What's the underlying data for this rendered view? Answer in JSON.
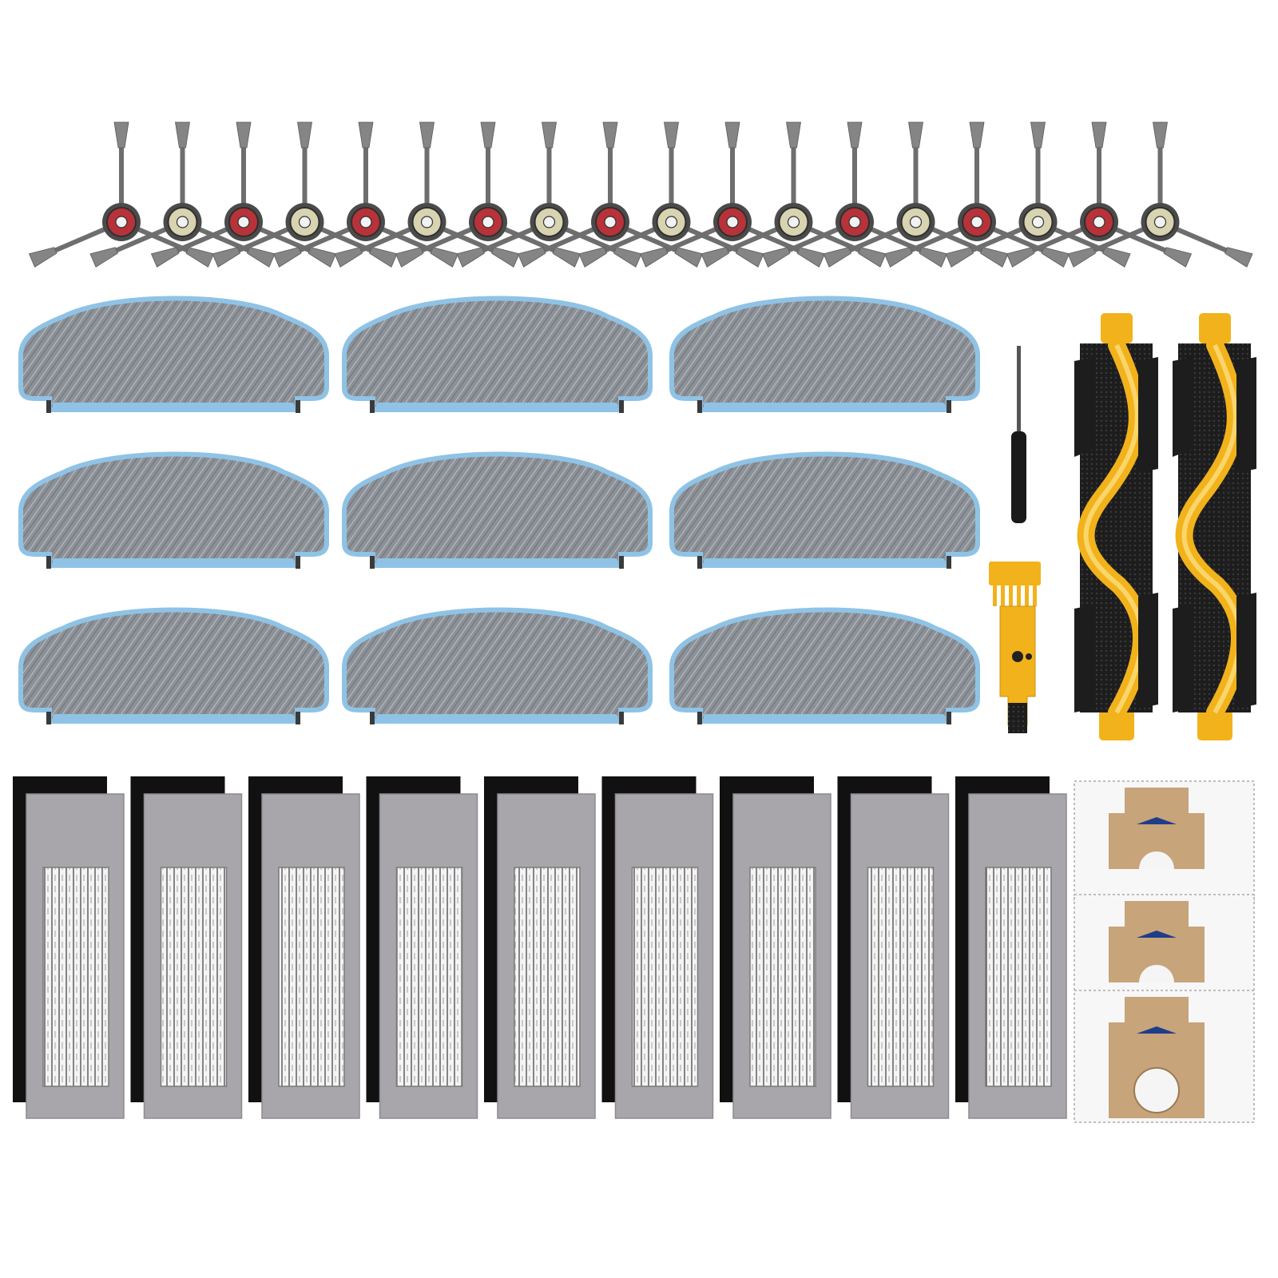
{
  "image": {
    "side_brushes": [
      {
        "hub": "red"
      },
      {
        "hub": "cream"
      },
      {
        "hub": "red"
      },
      {
        "hub": "cream"
      },
      {
        "hub": "red"
      },
      {
        "hub": "cream"
      },
      {
        "hub": "red"
      },
      {
        "hub": "cream"
      },
      {
        "hub": "red"
      },
      {
        "hub": "cream"
      },
      {
        "hub": "red"
      },
      {
        "hub": "cream"
      },
      {
        "hub": "red"
      },
      {
        "hub": "cream"
      },
      {
        "hub": "red"
      },
      {
        "hub": "cream"
      },
      {
        "hub": "red"
      },
      {
        "hub": "cream"
      }
    ],
    "mop_pads": [
      {},
      {},
      {},
      {},
      {},
      {},
      {},
      {},
      {}
    ],
    "main_brushes": [
      {},
      {}
    ],
    "filters": [
      {},
      {},
      {},
      {},
      {},
      {},
      {},
      {},
      {}
    ],
    "dust_bags": [
      {},
      {},
      {}
    ],
    "tools": [
      "screwdriver",
      "cleaning-comb"
    ],
    "colors": {
      "background": "#ffffff",
      "brush_arm": "#6e6e6e",
      "brush_hub_red": "#b8323a",
      "brush_hub_cream": "#d8d3b0",
      "mop_fabric": "#8a8f96",
      "mop_border": "#8fc3e6",
      "roller_yellow": "#f2b21b",
      "roller_black": "#1d1d1d",
      "filter_frame": "#a9a6ab",
      "filter_foam": "#111111",
      "bag_cardboard": "#c8a47a"
    }
  }
}
